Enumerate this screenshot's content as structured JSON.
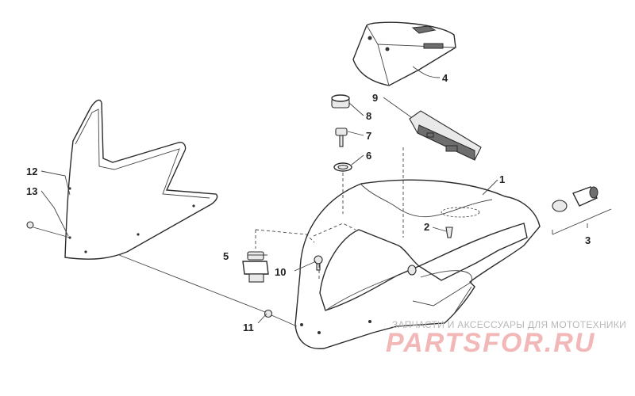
{
  "callouts": {
    "c1": "1",
    "c2": "2",
    "c3": "3",
    "c4": "4",
    "c5": "5",
    "c6": "6",
    "c7": "7",
    "c8": "8",
    "c9": "9",
    "c10": "10",
    "c11": "11",
    "c12": "12",
    "c13": "13"
  },
  "watermark": {
    "tagline": "ЗАПЧАСТИ И АКСЕССУАРЫ ДЛЯ МОТОТЕХНИКИ",
    "logo": "PARTSFOR.RU"
  }
}
